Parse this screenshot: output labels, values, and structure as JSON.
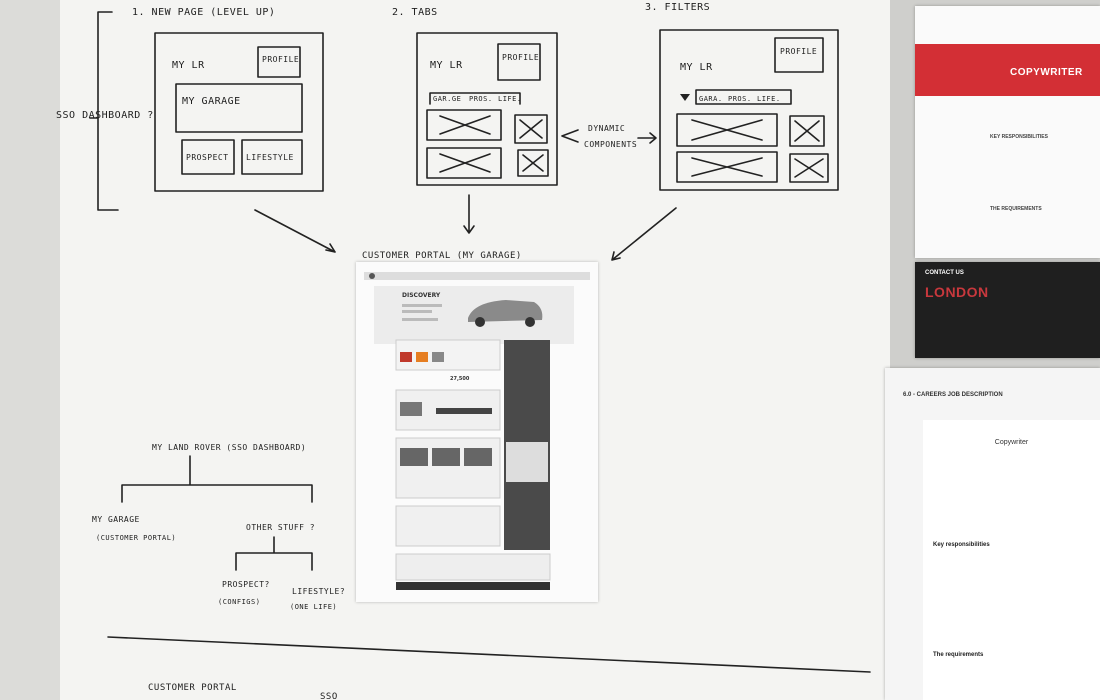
{
  "sketch": {
    "col1_title": "1. NEW PAGE (LEVEL UP)",
    "col2_title": "2. TABS",
    "col3_title": "3. FILTERS",
    "sso_note": "SSO DASHBOARD ?",
    "w1": {
      "logo": "MY LR",
      "profile": "PROFILE",
      "garage": "MY GARAGE",
      "prospect": "PROSPECT",
      "lifestyle": "LIFESTYLE"
    },
    "w2": {
      "logo": "MY LR",
      "profile": "PROFILE",
      "tab1": "GAR.GE",
      "tab2": "PROS.",
      "tab3": "LIFE."
    },
    "w3": {
      "logo": "MY LR",
      "profile": "PROFILE",
      "tab1": "GARA.",
      "tab2": "PROS.",
      "tab3": "LIFE."
    },
    "dynamic_1": "DYNAMIC",
    "dynamic_2": "COMPONENTS",
    "portal_label": "CUSTOMER PORTAL (MY GARAGE)",
    "tree_root": "MY LAND ROVER (SSO DASHBOARD)",
    "tree_left_1": "MY GARAGE",
    "tree_left_2": "(CUSTOMER PORTAL)",
    "tree_right": "OTHER STUFF ?",
    "prospect_1": "PROSPECT?",
    "prospect_2": "(CONFIGS)",
    "lifestyle_1": "LIFESTYLE?",
    "lifestyle_2": "(ONE LIFE)",
    "bottom_label": "CUSTOMER PORTAL",
    "bottom_sso": "SSO"
  },
  "poster": {
    "model": "DISCOVERY",
    "price": "27,500"
  },
  "docs": {
    "copywriter_banner": "COPYWRITER",
    "responsibilities_small": "KEY RESPONSIBILITIES",
    "requirements_small": "THE REQUIREMENTS",
    "contact_us": "CONTACT US",
    "london": "LONDON",
    "careers_heading": "6.0 - CAREERS JOB DESCRIPTION",
    "card_title": "Copywriter",
    "key_resp": "Key responsibilities",
    "requirements": "The requirements"
  }
}
